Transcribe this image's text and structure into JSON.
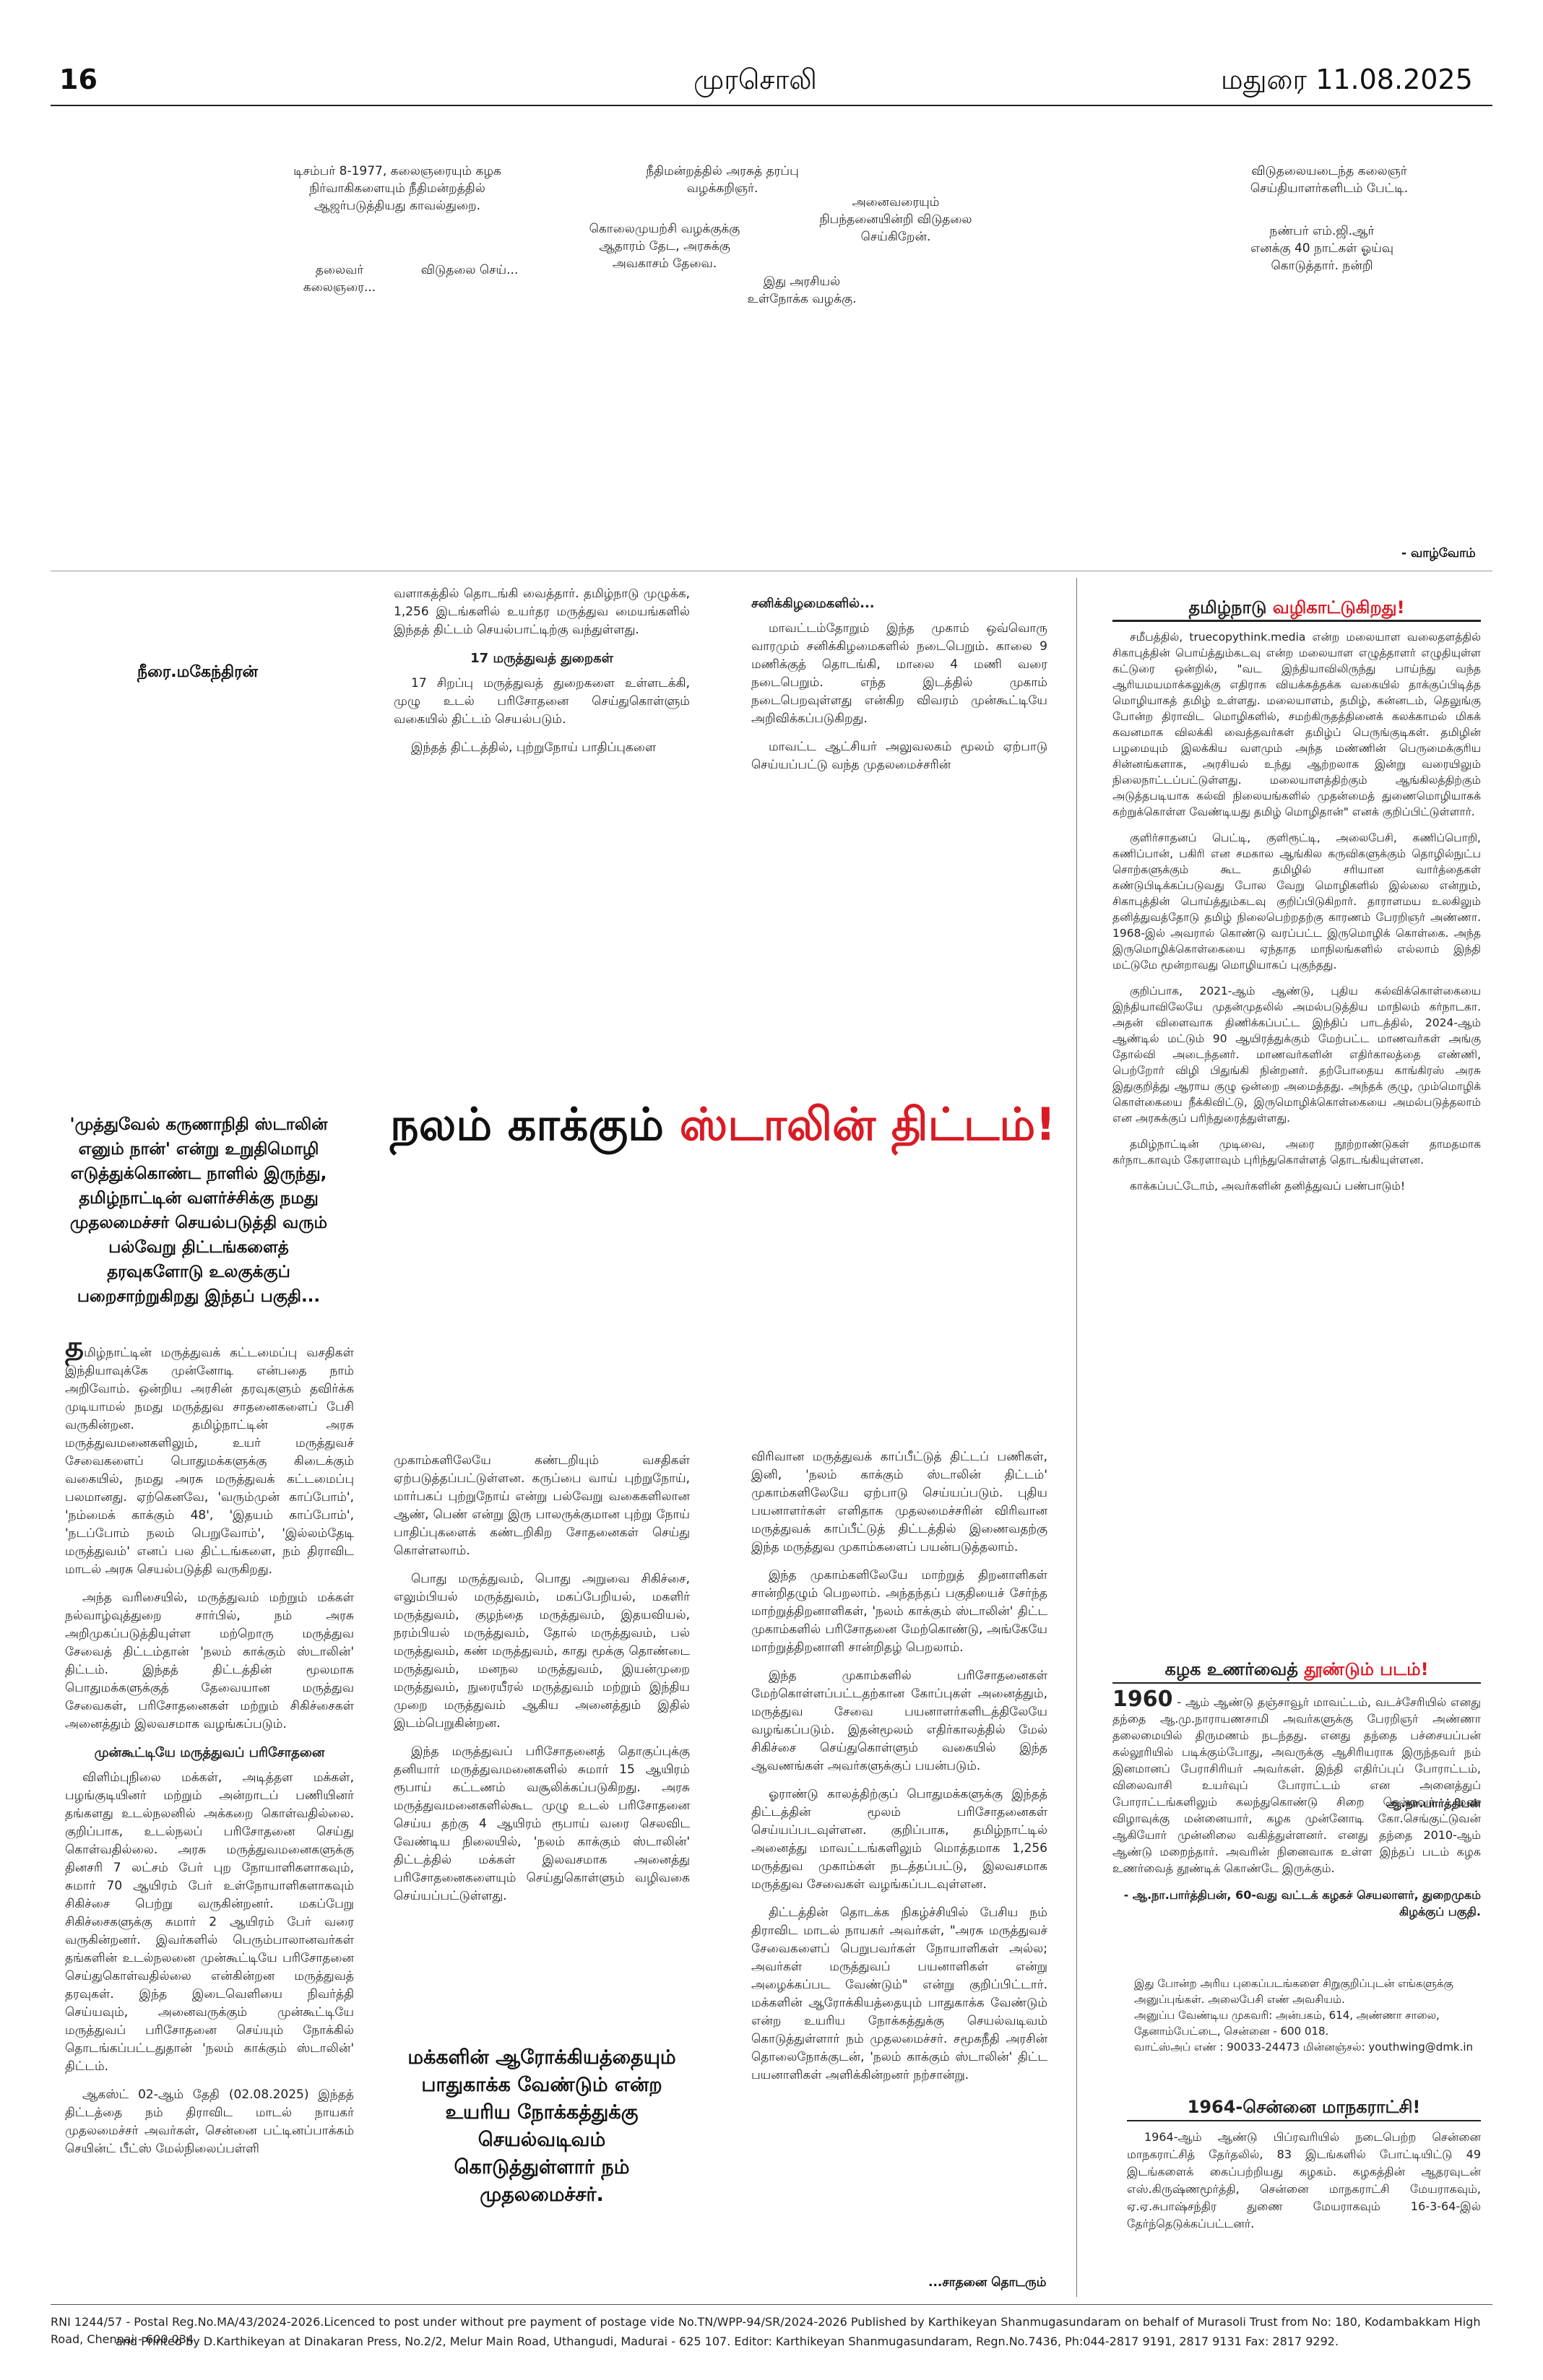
{
  "header": {
    "page_number": "16",
    "masthead": "முரசொலி",
    "city_date": "மதுரை   11.08.2025"
  },
  "captions": [
    "டிசம்பர் 8-1977, கலைஞரையும் கழக நிர்வாகிகளையும் நீதிமன்றத்தில் ஆஜர்படுத்தியது காவல்துறை.",
    "நீதிமன்றத்தில் அரசுத் தரப்பு வழக்கறிஞர்.",
    "அனைவரையும் நிபந்தனையின்றி விடுதலை செய்கிறேன்.",
    "விடுதலையடைந்த கலைஞர் செய்தியாளர்களிடம் பேட்டி.",
    "தலைவர் கலைஞரை...",
    "விடுதலை செய்...",
    "கொலைமுயற்சி வழக்குக்கு ஆதாரம் தேட, அரசுக்கு அவகாசம் தேவை.",
    "இது அரசியல் உள்நோக்க வழக்கு.",
    "நண்பர் எம்.ஜி.ஆர் எனக்கு 40 நாட்கள் ஓய்வு கொடுத்தார். நன்றி"
  ],
  "comic_footer": "- வாழ்வோம்",
  "article": {
    "byline": "நீரை.மகேந்திரன்",
    "headline_part1": "நலம் காக்கும் ",
    "headline_part2": "ஸ்டாலின் திட்டம்!",
    "intro": "'முத்துவேல் கருணாநிதி ஸ்டாலின் எனும் நான்' என்று உறுதிமொழி எடுத்துக்கொண்ட நாளில் இருந்து, தமிழ்நாட்டின் வளர்ச்சிக்கு நமது முதலமைச்சர் செயல்படுத்தி வரும் பல்வேறு திட்டங்களைத் தரவுகளோடு உலகுக்குப் பறைசாற்றுகிறது இந்தப் பகுதி...",
    "mid_top_para": "வளாகத்தில் தொடங்கி வைத்தார். தமிழ்நாடு முழுக்க, 1,256 இடங்களில் உயர்தர மருத்துவ மையங்களில் இந்தத் திட்டம் செயல்பாட்டிற்கு வந்துள்ளது.",
    "mid_sub": "17 மருத்துவத் துறைகள்",
    "mid_p2": "17 சிறப்பு மருத்துவத் துறைகளை உள்ளடக்கி, முழு உடல் பரிசோதனை செய்துகொள்ளும் வகையில் திட்டம் செயல்படும்.",
    "mid_p3": "இந்தத் திட்டத்தில், புற்றுநோய் பாதிப்புகளை",
    "right_sub": "சனிக்கிழமைகளில்...",
    "right_p1": "மாவட்டம்தோறும் இந்த முகாம் ஒவ்வொரு வாரமும் சனிக்கிழமைகளில் நடைபெறும். காலை 9 மணிக்குத் தொடங்கி, மாலை 4 மணி வரை நடைபெறும். எந்த இடத்தில் முகாம் நடைபெறவுள்ளது என்கிற விவரம் முன்கூட்டியே அறிவிக்கப்படுகிறது.",
    "right_p2": "மாவட்ட ஆட்சியர் அலுவலகம் மூலம் ஏற்பாடு செய்யப்பட்டு வந்த முதலமைச்சரின்",
    "col1_p1_first": "த",
    "col1_p1": "மிழ்நாட்டின் மருத்துவக் கட்டமைப்பு வசதிகள் இந்தியாவுக்கே முன்னோடி என்பதை நாம் அறிவோம். ஒன்றிய அரசின் தரவுகளும் தவிர்க்க முடியாமல் நமது மருத்துவ சாதனைகளைப் பேசி வருகின்றன. தமிழ்நாட்டின் அரசு மருத்துவமனைகளிலும், உயர் மருத்துவச் சேவைகளைப் பொதுமக்களுக்கு கிடைக்கும் வகையில், நமது அரசு மருத்துவக் கட்டமைப்பு பலமானது. ஏற்கெனவே, 'வரும்முன் காப்போம்', 'நம்மைக் காக்கும் 48', 'இதயம் காப்போம்', 'நடப்போம் நலம் பெறுவோம்', 'இல்லம்தேடி மருத்துவம்' எனப் பல திட்டங்களை, நம் திராவிட மாடல் அரசு செயல்படுத்தி வருகிறது.",
    "col1_p2": "அந்த வரிசையில், மருத்துவம் மற்றும் மக்கள் நல்வாழ்வுத்துறை சார்பில், நம் அரசு அறிமுகப்படுத்தியுள்ள மற்றொரு மருத்துவ சேவைத் திட்டம்தான் 'நலம் காக்கும் ஸ்டாலின்' திட்டம். இந்தத் திட்டத்தின் மூலமாக பொதுமக்களுக்குத் தேவையான மருத்துவ சேவைகள், பரிசோதனைகள் மற்றும் சிகிச்சைகள் அனைத்தும் இலவசமாக வழங்கப்படும்.",
    "col1_sub": "முன்கூட்டியே மருத்துவப் பரிசோதனை",
    "col1_p3": "விளிம்புநிலை மக்கள், அடித்தள மக்கள், பழங்குடியினர் மற்றும் அன்றாடப் பணியினர் தங்களது உடல்நலனில் அக்கறை கொள்வதில்லை. குறிப்பாக, உடல்நலப் பரிசோதனை செய்து கொள்வதில்லை. அரசு மருத்துவமனைகளுக்கு தினசரி 7 லட்சம் பேர் புற நோயாளிகளாகவும், சுமார் 70 ஆயிரம் பேர் உள்நோயாளிகளாகவும் சிகிச்சை பெற்று வருகின்றனர். மகப்பேறு சிகிச்சைகளுக்கு சுமார் 2 ஆயிரம் பேர் வரை வருகின்றனர். இவர்களில் பெரும்பாலானவர்கள் தங்களின் உடல்நலனை முன்கூட்டியே பரிசோதனை செய்துகொள்வதில்லை என்கின்றன மருத்துவத் தரவுகள். இந்த இடைவெளியை நிவர்த்தி செய்யவும், அனைவருக்கும் முன்கூட்டியே மருத்துவப் பரிசோதனை செய்யும் நோக்கில் தொடங்கப்பட்டதுதான் 'நலம் காக்கும் ஸ்டாலின்' திட்டம்.",
    "col1_p4": "ஆகஸ்ட் 02-ஆம் தேதி (02.08.2025) இந்தத் திட்டத்தை நம் திராவிட மாடல் நாயகர் முதலமைச்சர் அவர்கள், சென்னை பட்டினப்பாக்கம் செயின்ட் பீட்ஸ் மேல்நிலைப்பள்ளி",
    "col2_p1": "முகாம்களிலேயே கண்டறியும் வசதிகள் ஏற்படுத்தப்பட்டுள்ளன. கருப்பை வாய் புற்றுநோய், மார்பகப் புற்றுநோய் என்று பல்வேறு வகைகளிலான ஆண், பெண் என்று இரு பாலருக்குமான புற்று நோய் பாதிப்புகளைக் கண்டறிகிற சோதனைகள் செய்து கொள்ளலாம்.",
    "col2_p2": "பொது மருத்துவம், பொது அறுவை சிகிச்சை, எலும்பியல் மருத்துவம், மகப்பேறியல், மகளிர் மருத்துவம், குழந்தை மருத்துவம், இதயவியல், நரம்பியல் மருத்துவம், தோல் மருத்துவம், பல் மருத்துவம், கண் மருத்துவம், காது மூக்கு தொண்டை மருத்துவம், மனநல மருத்துவம், இயன்முறை மருத்துவம், நுரையீரல் மருத்துவம் மற்றும் இந்திய முறை மருத்துவம் ஆகிய அனைத்தும் இதில் இடம்பெறுகின்றன.",
    "col2_p3": "இந்த மருத்துவப் பரிசோதனைத் தொகுப்புக்கு தனியார் மருத்துவமனைகளில் சுமார் 15 ஆயிரம் ரூபாய் கட்டணம் வசூலிக்கப்படுகிறது. அரசு மருத்துவமனைகளில்கூட முழு உடல் பரிசோதனை செய்ய தற்கு 4 ஆயிரம் ரூபாய் வரை செலவிட வேண்டிய நிலையில், 'நலம் காக்கும் ஸ்டாலின்' திட்டத்தில் மக்கள் இலவசமாக அனைத்து பரிசோதனைகளையும் செய்துகொள்ளும் வழிவகை செய்யப்பட்டுள்ளது.",
    "pull_quote": "மக்களின் ஆரோக்கியத்தையும் பாதுகாக்க வேண்டும் என்ற உயரிய நோக்கத்துக்கு செயல்வடிவம் கொடுத்துள்ளார் நம் முதலமைச்சர்.",
    "col3_p1": "விரிவான மருத்துவக் காப்பீட்டுத் திட்டப் பணிகள், இனி, 'நலம் காக்கும் ஸ்டாலின் திட்டம்' முகாம்களிலேயே ஏற்பாடு செய்யப்படும். புதிய பயனாளர்கள் எளிதாக முதலமைச்சரின் விரிவான மருத்துவக் காப்பீட்டுத் திட்டத்தில் இணைவதற்கு இந்த மருத்துவ முகாம்களைப் பயன்படுத்தலாம்.",
    "col3_p2": "இந்த முகாம்களிலேயே மாற்றுத் திறனாளிகள் சான்றிதழும் பெறலாம். அந்தந்தப் பகுதியைச் சேர்ந்த மாற்றுத்திறனாளிகள், 'நலம் காக்கும் ஸ்டாலின்' திட்ட முகாம்களில் பரிசோதனை மேற்கொண்டு, அங்கேயே மாற்றுத்திறனாளி சான்றிதழ் பெறலாம்.",
    "col3_p3": "இந்த முகாம்களில் பரிசோதனைகள் மேற்கொள்ளப்பட்டதற்கான கோப்புகள் அனைத்தும், மருத்துவ சேவை பயனாளர்களிடத்திலேயே வழங்கப்படும். இதன்மூலம் எதிர்காலத்தில் மேல் சிகிச்சை செய்துகொள்ளும் வகையில் இந்த ஆவணங்கள் அவர்களுக்குப் பயன்படும்.",
    "col3_p4": "ஓராண்டு காலத்திற்குப் பொதுமக்களுக்கு இந்தத் திட்டத்தின் மூலம் பரிசோதனைகள் செய்யப்படவுள்ளன. குறிப்பாக, தமிழ்நாட்டில் அனைத்து மாவட்டங்களிலும் மொத்தமாக 1,256 மருத்துவ முகாம்கள் நடத்தப்பட்டு, இலவசமாக மருத்துவ சேவைகள் வழங்கப்படவுள்ளன.",
    "col3_p5": "திட்டத்தின் தொடக்க நிகழ்ச்சியில் பேசிய நம் திராவிட மாடல் நாயகர் அவர்கள், \"அரசு மருத்துவச் சேவைகளைப் பெறுபவர்கள் நோயாளிகள் அல்ல; அவர்கள் மருத்துவப் பயனாளிகள் என்று அழைக்கப்பட வேண்டும்\" என்று குறிப்பிட்டார். மக்களின் ஆரோக்கியத்தையும் பாதுகாக்க வேண்டும் என்ற உயரிய நோக்கத்துக்கு செயல்வடிவம் கொடுத்துள்ளார் நம் முதலமைச்சர். சமூகநீதி அரசின் தொலைநோக்குடன், 'நலம் காக்கும் ஸ்டாலின்' திட்ட பயனாளிகள் அளிக்கின்றனர் நற்சான்று.",
    "continued": "...சாதனை தொடரும்"
  },
  "box1": {
    "title_part1": "தமிழ்நாடு ",
    "title_part2": "வழிகாட்டுகிறது!",
    "p1": "சமீபத்தில், truecopythink.media என்ற மலையாள வலைதளத்தில் சிகாபுத்தின் பொய்த்தும்கடவு என்ற மலையாள எழுத்தாளர் எழுதியுள்ள கட்டுரை ஒன்றில், \"வட இந்தியாவிலிருந்து பாய்ந்து வந்த ஆரியமயமாக்கலுக்கு எதிராக வியக்கத்தக்க வகையில் தாக்குப்பிடித்த மொழியாகத் தமிழ் உள்ளது. மலையாளம், தமிழ், கன்னடம், தெலுங்கு போன்ற திராவிட மொழிகளில், சமற்கிருதத்தினைக் கலக்காமல் மிகக் கவனமாக விலக்கி வைத்தவர்கள் தமிழ்ப் பெருங்குடிகள். தமிழின் பழமையும் இலக்கிய வளமும் அந்த மண்ணின் பெருமைக்குரிய சின்னங்களாக, அரசியல் உந்து ஆற்றலாக இன்று வரையிலும் நிலைநாட்டப்பட்டுள்ளது. மலையாளத்திற்கும் ஆங்கிலத்திற்கும் அடுத்தபடியாக கல்வி நிலையங்களில் முதன்மைத் துணைமொழியாகக் கற்றுக்கொள்ள வேண்டியது தமிழ் மொழிதான்\" எனக் குறிப்பிட்டுள்ளார்.",
    "p2": "குளிர்சாதனப் பெட்டி, குளிரூட்டி, அலைபேசி, கணிப்பொறி, கணிப்பான், பகிரி என சமகால ஆங்கில கருவிகளுக்கும் தொழில்நுட்ப சொற்களுக்கும் கூட தமிழில் சரியான வார்த்தைகள் கண்டுபிடிக்கப்படுவது போல வேறு மொழிகளில் இல்லை என்றும், சிகாபுத்தின் பொய்த்தும்கடவு குறிப்பிடுகிறார். தாராளமய உலகிலும் தனித்துவத்தோடு தமிழ் நிலைபெற்றதற்கு காரணம் பேரறிஞர் அண்ணா. 1968-இல் அவரால் கொண்டு வரப்பட்ட இருமொழிக் கொள்கை. அந்த இருமொழிக்கொள்கையை ஏந்தாத மாநிலங்களில் எல்லாம் இந்தி மட்டுமே மூன்றாவது மொழியாகப் புகுந்தது.",
    "p3": "குறிப்பாக, 2021-ஆம் ஆண்டு, புதிய கல்விக்கொள்கையை இந்தியாவிலேயே முதன்முதலில் அமல்படுத்திய மாநிலம் கர்நாடகா. அதன் விளைவாக திணிக்கப்பட்ட இந்திப் பாடத்தில், 2024-ஆம் ஆண்டில் மட்டும் 90 ஆயிரத்துக்கும் மேற்பட்ட மாணவர்கள் அங்கு தோல்வி அடைந்தனர். மாணவர்களின் எதிர்காலத்தை எண்ணி, பெற்றோர் விழி பிதுங்கி நின்றனர். தற்போதைய காங்கிரஸ் அரசு இதுகுறித்து ஆராய குழு ஒன்றை அமைத்தது. அந்தக் குழு, மும்மொழிக் கொள்கையை நீக்கிவிட்டு, இருமொழிக்கொள்கையை அமல்படுத்தலாம் என அரசுக்குப் பரிந்துரைத்துள்ளது.",
    "p4": "தமிழ்நாட்டின் முடிவை, அரை நூற்றாண்டுகள் தாமதமாக கர்நாடகாவும் கேரளாவும் புரிந்துகொள்ளத் தொடங்கியுள்ளன.",
    "p5": "காக்கப்பட்டோம், அவர்களின் தனித்துவப் பண்பாடும்!"
  },
  "box2": {
    "title_part1": "கழக உணர்வைத் ",
    "title_part2": "தூண்டும் படம்!",
    "lead": "1960",
    "p1": " - ஆம் ஆண்டு தஞ்சாவூர் மாவட்டம், வடச்சேரியில் எனது தந்தை ஆ.மு.நாராயணசாமி அவர்களுக்கு பேரறிஞர் அண்ணா தலைமையில் திருமணம் நடந்தது. எனது தந்தை பச்சையப்பன் கல்லூரியில் படிக்கும்போது, அவருக்கு ஆசிரியராக இருந்தவர் நம் இனமானப் பேராசிரியர் அவர்கள். இந்தி எதிர்ப்புப் போராட்டம், விலைவாசி உயர்வுப் போராட்டம் என அனைத்துப் போராட்டங்களிலும் கலந்துகொண்டு சிறை சென்றவர். மண விழாவுக்கு மன்னையார், கழக முன்னோடி கோ.செங்குட்டுவன் ஆகியோர் முன்னிலை வகித்துள்ளனர். எனது தந்தை 2010-ஆம் ஆண்டு மறைந்தார். அவரின் நினைவாக உள்ள இந்தப் படம் கழக உணர்வைத் தூண்டிக் கொண்டே இருக்கும்.",
    "photo_name": "ஆ.நா.பார்த்திபன்",
    "sign": "- ஆ.நா.பார்த்திபன், 60-வது வட்டக் கழகச் செயலாளர், துறைமுகம் கிழக்குப் பகுதி."
  },
  "notice": {
    "l1": "இது போன்ற அரிய புகைப்படங்களை சிறுகுறிப்புடன் எங்களுக்கு அனுப்புங்கள். அலைபேசி எண் அவசியம்.",
    "l2": "அனுப்ப வேண்டிய முகவரி: அன்பகம், 614, அண்ணா சாலை, தேனாம்பேட்டை, சென்னை - 600 018.",
    "l3": "வாட்ஸ்அப் எண் : 90033-24473 மின்னஞ்சல்: youthwing@dmk.in"
  },
  "box3": {
    "title": "1964-சென்னை மாநகராட்சி!",
    "body": "1964-ஆம் ஆண்டு பிப்ரவரியில் நடைபெற்ற சென்னை மாநகராட்சித் தேர்தலில், 83 இடங்களில் போட்டியிட்டு 49 இடங்களைக் கைப்பற்றியது கழகம். கழகத்தின் ஆதரவுடன் எஸ்.கிருஷ்ணமூர்த்தி, சென்னை மாநகராட்சி மேயராகவும், ஏ.ஏ.சுபாஷ்சந்திர துணை மேயராகவும் 16-3-64-இல் தேர்ந்தெடுக்கப்பட்டனர்."
  },
  "footer": {
    "line1": "RNI 1244/57 - Postal Reg.No.MA/43/2024-2026.Licenced to post under without pre payment of postage vide No.TN/WPP-94/SR/2024-2026 Published by Karthikeyan Shanmugasundaram on behalf of Murasoli Trust from No: 180, Kodambakkam High Road, Chennai - 600 034",
    "line2": "and Printed by D.Karthikeyan at Dinakaran Press, No.2/2, Melur Main Road, Uthangudi, Madurai - 625 107. Editor: Karthikeyan Shanmugasundaram, Regn.No.7436, Ph:044-2817 9191, 2817 9131 Fax: 2817 9292."
  }
}
